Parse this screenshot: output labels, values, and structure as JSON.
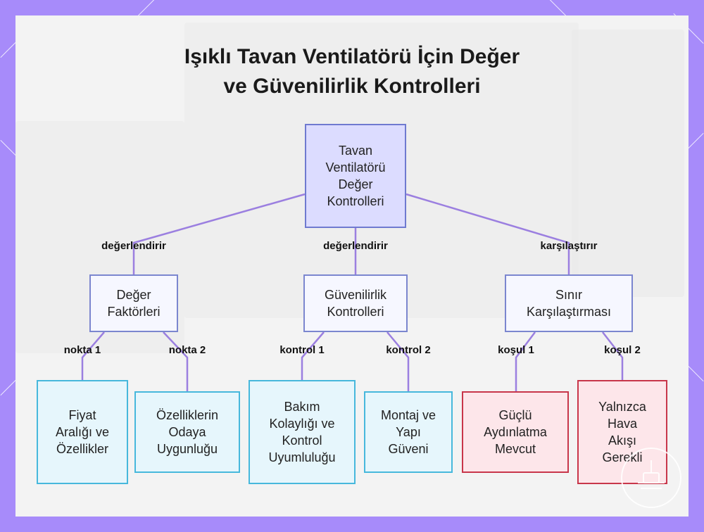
{
  "title": {
    "line1": "Işıklı Tavan Ventilatörü İçin Değer",
    "line2": "ve Güvenilirlik Kontrolleri"
  },
  "nodes": {
    "root": [
      "Tavan",
      "Ventilatörü",
      "Değer",
      "Kontrolleri"
    ],
    "value_factors": [
      "Değer",
      "Faktörleri"
    ],
    "reliability_checks": [
      "Güvenilirlik",
      "Kontrolleri"
    ],
    "limit_comparison": [
      "Sınır",
      "Karşılaştırması"
    ],
    "price_range": [
      "Fiyat",
      "Aralığı ve",
      "Özellikler"
    ],
    "room_fit": [
      "Özelliklerin",
      "Odaya",
      "Uygunluğu"
    ],
    "maintenance": [
      "Bakım",
      "Kolaylığı ve",
      "Kontrol",
      "Uyumluluğu"
    ],
    "mounting": [
      "Montaj ve",
      "Yapı",
      "Güveni"
    ],
    "strong_light": [
      "Güçlü",
      "Aydınlatma",
      "Mevcut"
    ],
    "airflow_only": [
      "Yalnızca",
      "Hava",
      "Akışı",
      "Gerekli"
    ]
  },
  "edge_labels": {
    "root_to_value": "değerlendirir",
    "root_to_reliability": "değerlendirir",
    "root_to_limit": "karşılaştırır",
    "value_point1": "nokta 1",
    "value_point2": "nokta 2",
    "reliability_check1": "kontrol 1",
    "reliability_check2": "kontrol 2",
    "limit_condition1": "koşul 1",
    "limit_condition2": "koşul 2"
  },
  "colors": {
    "background": "#a78bfa",
    "connector": "#9b7fe0",
    "root_fill": "#dcdcff",
    "leaf_blue_border": "#47b8dc",
    "leaf_red_border": "#c8364a"
  }
}
